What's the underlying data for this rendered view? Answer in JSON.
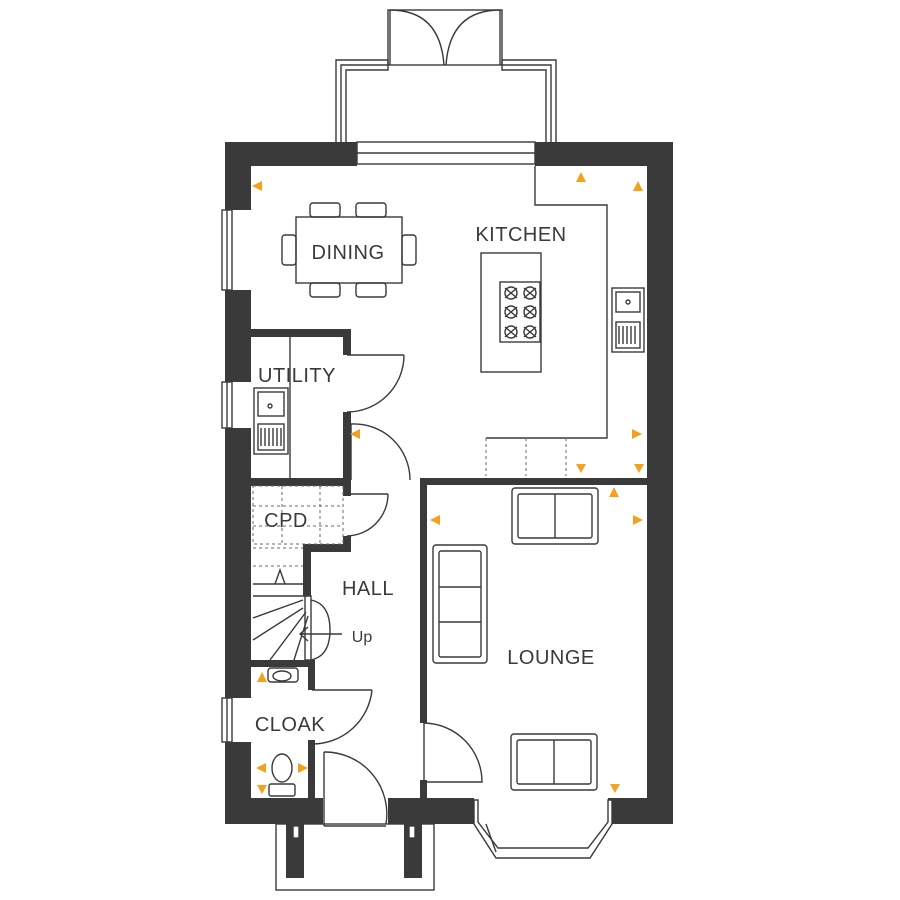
{
  "rooms": {
    "dining": "DINING",
    "kitchen": "KITCHEN",
    "utility": "UTILITY",
    "cpd": "CPD",
    "hall": "HALL",
    "lounge": "LOUNGE",
    "cloak": "CLOAK"
  },
  "stairs": {
    "direction": "Up"
  },
  "colors": {
    "wall": "#3a3a3a",
    "marker": "#f4a11d",
    "background": "#ffffff"
  }
}
